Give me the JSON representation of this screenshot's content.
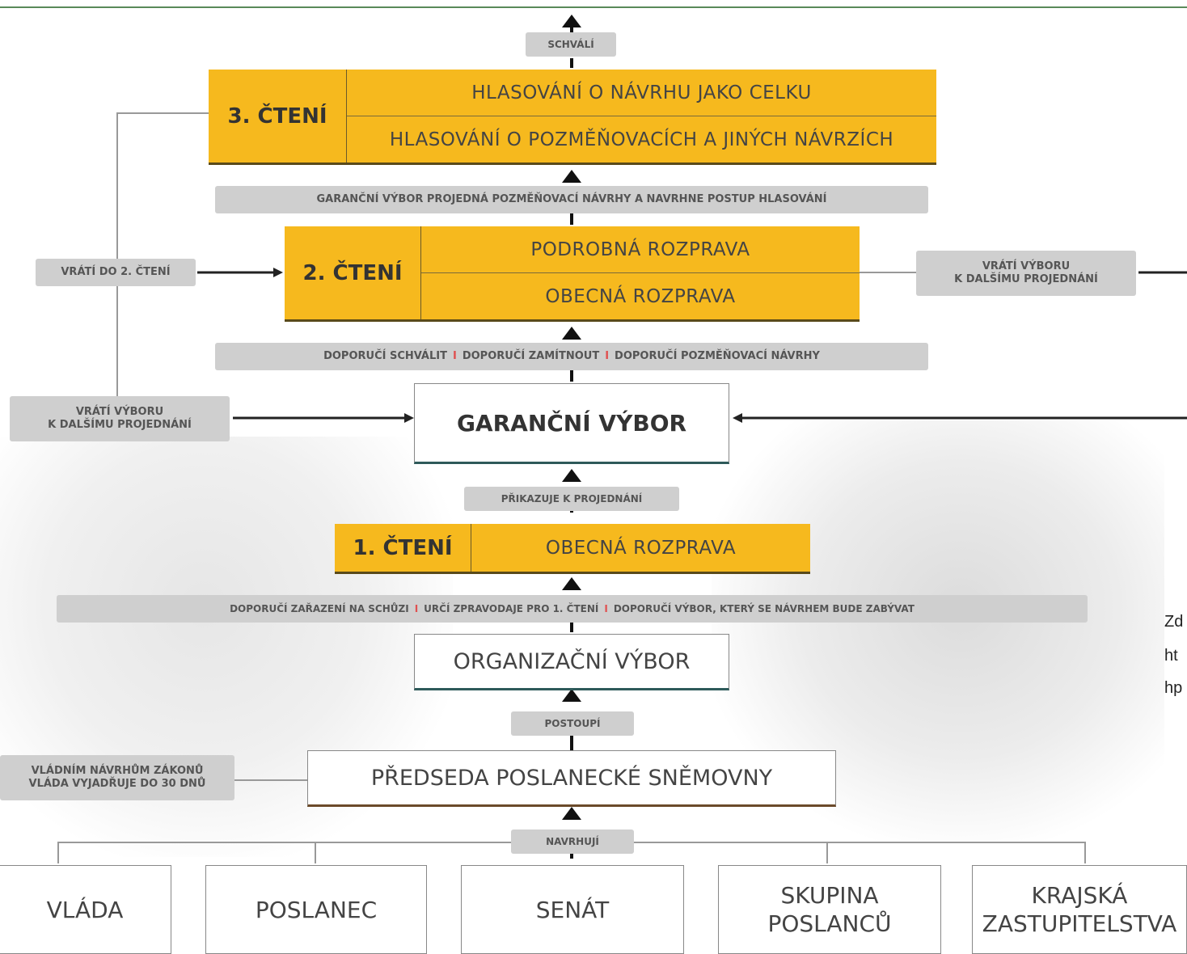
{
  "labels": {
    "schvali": "SCHVÁLÍ",
    "garancni_projedna": "GARANČNÍ VÝBOR PROJEDNÁ POZMĚŇOVACÍ NÁVRHY A NAVRHNE POSTUP HLASOVÁNÍ",
    "vrati_do_2": "VRÁTÍ DO 2. ČTENÍ",
    "vrati_vyboru_right_1": "VRÁTÍ VÝBORU",
    "vrati_vyboru_right_2": "K DALŠÍMU PROJEDNÁNÍ",
    "doporuci_schvalit": "DOPORUČÍ SCHVÁLIT",
    "doporuci_zamitnout": "DOPORUČÍ ZAMÍTNOUT",
    "doporuci_pozmenovaci": "DOPORUČÍ POZMĚŇOVACÍ NÁVRHY",
    "vrati_vyboru_left_1": "VRÁTÍ VÝBORU",
    "vrati_vyboru_left_2": "K DALŠÍMU PROJEDNÁNÍ",
    "prikazuje": "PŘIKAZUJE K PROJEDNÁNÍ",
    "doporuci_zarazeni": "DOPORUČÍ ZAŘAZENÍ NA SCHŮZI",
    "urci_zpravodaje": "URČÍ ZPRAVODAJE PRO 1. ČTENÍ",
    "doporuci_vybor": "DOPORUČÍ VÝBOR, KTERÝ SE NÁVRHEM BUDE ZABÝVAT",
    "postoupi": "POSTOUPÍ",
    "vladnim_1": "VLÁDNÍM NÁVRHŮM ZÁKONŮ",
    "vladnim_2": "VLÁDA VYJADŘUJE DO 30 DNŮ",
    "navrhuji": "NAVRHUJÍ",
    "sep": "I"
  },
  "readings": {
    "third": {
      "label": "3. ČTENÍ",
      "row1": "HLASOVÁNÍ O NÁVRHU JAKO CELKU",
      "row2": "HLASOVÁNÍ O POZMĚŇOVACÍCH A JINÝCH NÁVRZÍCH"
    },
    "second": {
      "label": "2. ČTENÍ",
      "row1": "PODROBNÁ ROZPRAVA",
      "row2": "OBECNÁ ROZPRAVA"
    },
    "first": {
      "label": "1. ČTENÍ",
      "row1": "OBECNÁ ROZPRAVA"
    }
  },
  "boxes": {
    "garancni": "GARANČNÍ VÝBOR",
    "organizacni": "ORGANIZAČNÍ VÝBOR",
    "predseda": "PŘEDSEDA POSLANECKÉ SNĚMOVNY"
  },
  "proposers": [
    {
      "line1": "VLÁDA",
      "line2": ""
    },
    {
      "line1": "POSLANEC",
      "line2": ""
    },
    {
      "line1": "SENÁT",
      "line2": ""
    },
    {
      "line1": "SKUPINA",
      "line2": "POSLANCŮ"
    },
    {
      "line1": "KRAJSKÁ",
      "line2": "ZASTUPITELSTVA"
    }
  ],
  "source_fragment": [
    "Zd",
    "ht",
    "hp"
  ],
  "colors": {
    "reading_fill": "#f6b91e",
    "pill_fill": "#cfcfcf",
    "separator": "#e05050"
  }
}
